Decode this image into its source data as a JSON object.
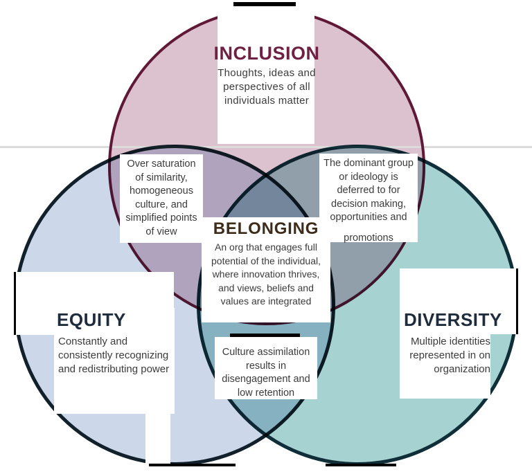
{
  "diagram": {
    "type": "venn",
    "circles": {
      "inclusion": {
        "title": "INCLUSION",
        "description_lines": [
          "Thoughts, ideas and",
          "perspectives of all",
          "individuals matter"
        ],
        "fill": "#dcc1ce",
        "border": "#6e2142",
        "title_color": "#6e2142"
      },
      "equity": {
        "title": "EQUITY",
        "description_lines": [
          "Constantly and",
          "consistently recognizing",
          "and redistributing power"
        ],
        "fill": "#ccd7ea",
        "border": "#16262e",
        "title_color": "#1e2c3c"
      },
      "diversity": {
        "title": "DIVERSITY",
        "description_lines": [
          "Multiple identities",
          "represented in on",
          "organization"
        ],
        "fill": "#a7d2d2",
        "border": "#163844",
        "title_color": "#1e2c3c"
      }
    },
    "center": {
      "title": "BELONGING",
      "description_lines": [
        "An org that engages full",
        "potential of the individual,",
        "where innovation thrives,",
        "and views, beliefs and",
        "values are integrated"
      ],
      "title_color": "#3e2c1b"
    },
    "overlaps": {
      "inclusion_equity": {
        "lines": [
          "Over saturation",
          "of similarity,",
          "homogeneous",
          "culture, and",
          "simplified points",
          "of view"
        ]
      },
      "inclusion_diversity": {
        "lines": [
          "The dominant group",
          "or ideology is",
          "deferred to for",
          "decision making,",
          "opportunities and",
          "promotions"
        ]
      },
      "equity_diversity": {
        "lines": [
          "Culture assimilation",
          "results in",
          "disengagement and",
          "low retention"
        ]
      }
    },
    "colors": {
      "divider_line": "#dbdbdb",
      "body_text": "#3b3b3b",
      "callout_background": "#ffffff",
      "border_bars": "#000000"
    }
  }
}
